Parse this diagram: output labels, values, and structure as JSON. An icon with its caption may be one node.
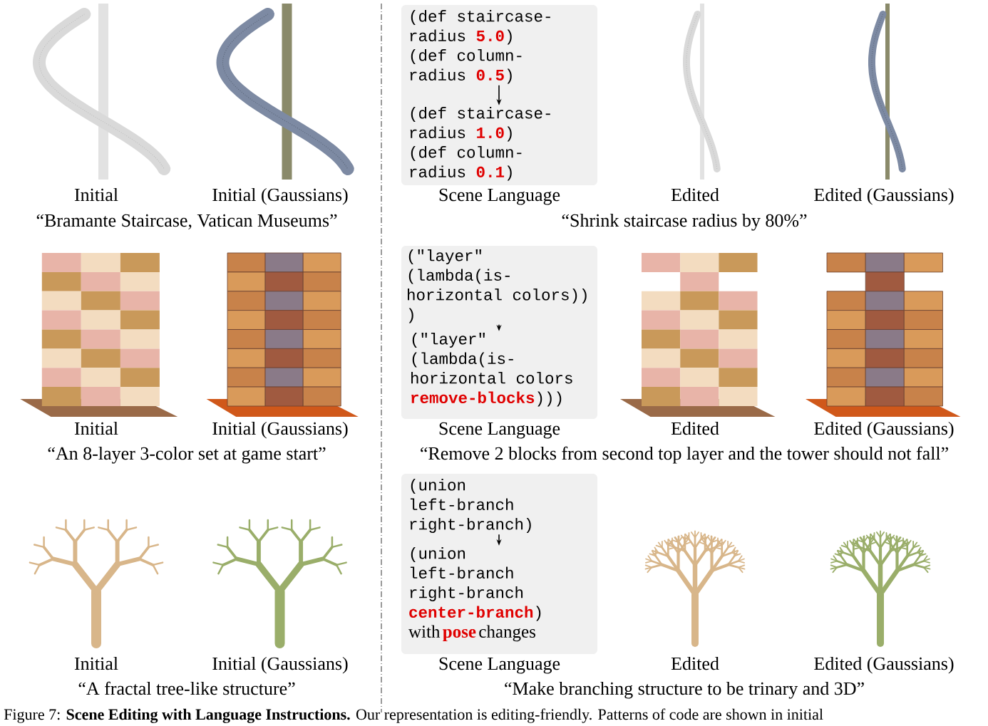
{
  "diagram": {
    "nodes": [
      {
        "text": [],
        "shape": "box",
        "beside": [
          "Scene Language"
        ]
      },
      {
        "text": [
          "(def staircase- radius **5.0**) (def column- radius **0.5**)"
        ],
        "in": 0
      },
      {
        "text": [
          "(def staircase- radius **1.0**) (def column- radius **0.1**)"
        ],
        "in": 0
      },
      {
        "text": [],
        "shape": "box",
        "beside": [
          "Scene Language"
        ]
      },
      {
        "text": [
          "(\"layer\" (lambda(is- horizontal colors)) )"
        ],
        "in": 3
      },
      {
        "text": [
          "(\"layer\" (lambda(is- horizontal colors **remove-blocks**)))"
        ],
        "in": 3
      },
      {
        "text": [],
        "shape": "box",
        "beside": [
          "Scene Language"
        ]
      },
      {
        "text": [
          "(union left-branch right-branch)"
        ],
        "in": 6
      },
      {
        "text": [
          "(union left-branch right-branch **center-branch**)",
          "with **pose** changes"
        ],
        "in": 6
      }
    ],
    "edges": [
      {
        "from": 1,
        "to": 2,
        "arrow": "to"
      },
      {
        "from": 4,
        "to": 5,
        "arrow": "to"
      },
      {
        "from": 7,
        "to": 8,
        "arrow": "to"
      }
    ],
    "labels": [
      "Initial",
      "Initial (Gaussians)",
      "Edited",
      "Edited (Gaussians)",
      "“Bramante Staircase, Vatican Museums”",
      "“Shrink staircase radius by 80%”",
      "Initial",
      "Initial (Gaussians)",
      "Edited",
      "Edited (Gaussians)",
      "“An 8-layer 3-color set at game start”",
      "“Remove 2 blocks from second top layer and the tower should not fall”",
      "Initial",
      "Initial (Gaussians)",
      "Edited",
      "Edited (Gaussians)",
      "“A fractal tree-like structure”",
      "“Make branching structure to be trinary and 3D”"
    ],
    "caption": "Figure 7: **Scene Editing with Language Instructions.** Our representation is editing-friendly. Patterns of code are shown in initial"
  }
}
